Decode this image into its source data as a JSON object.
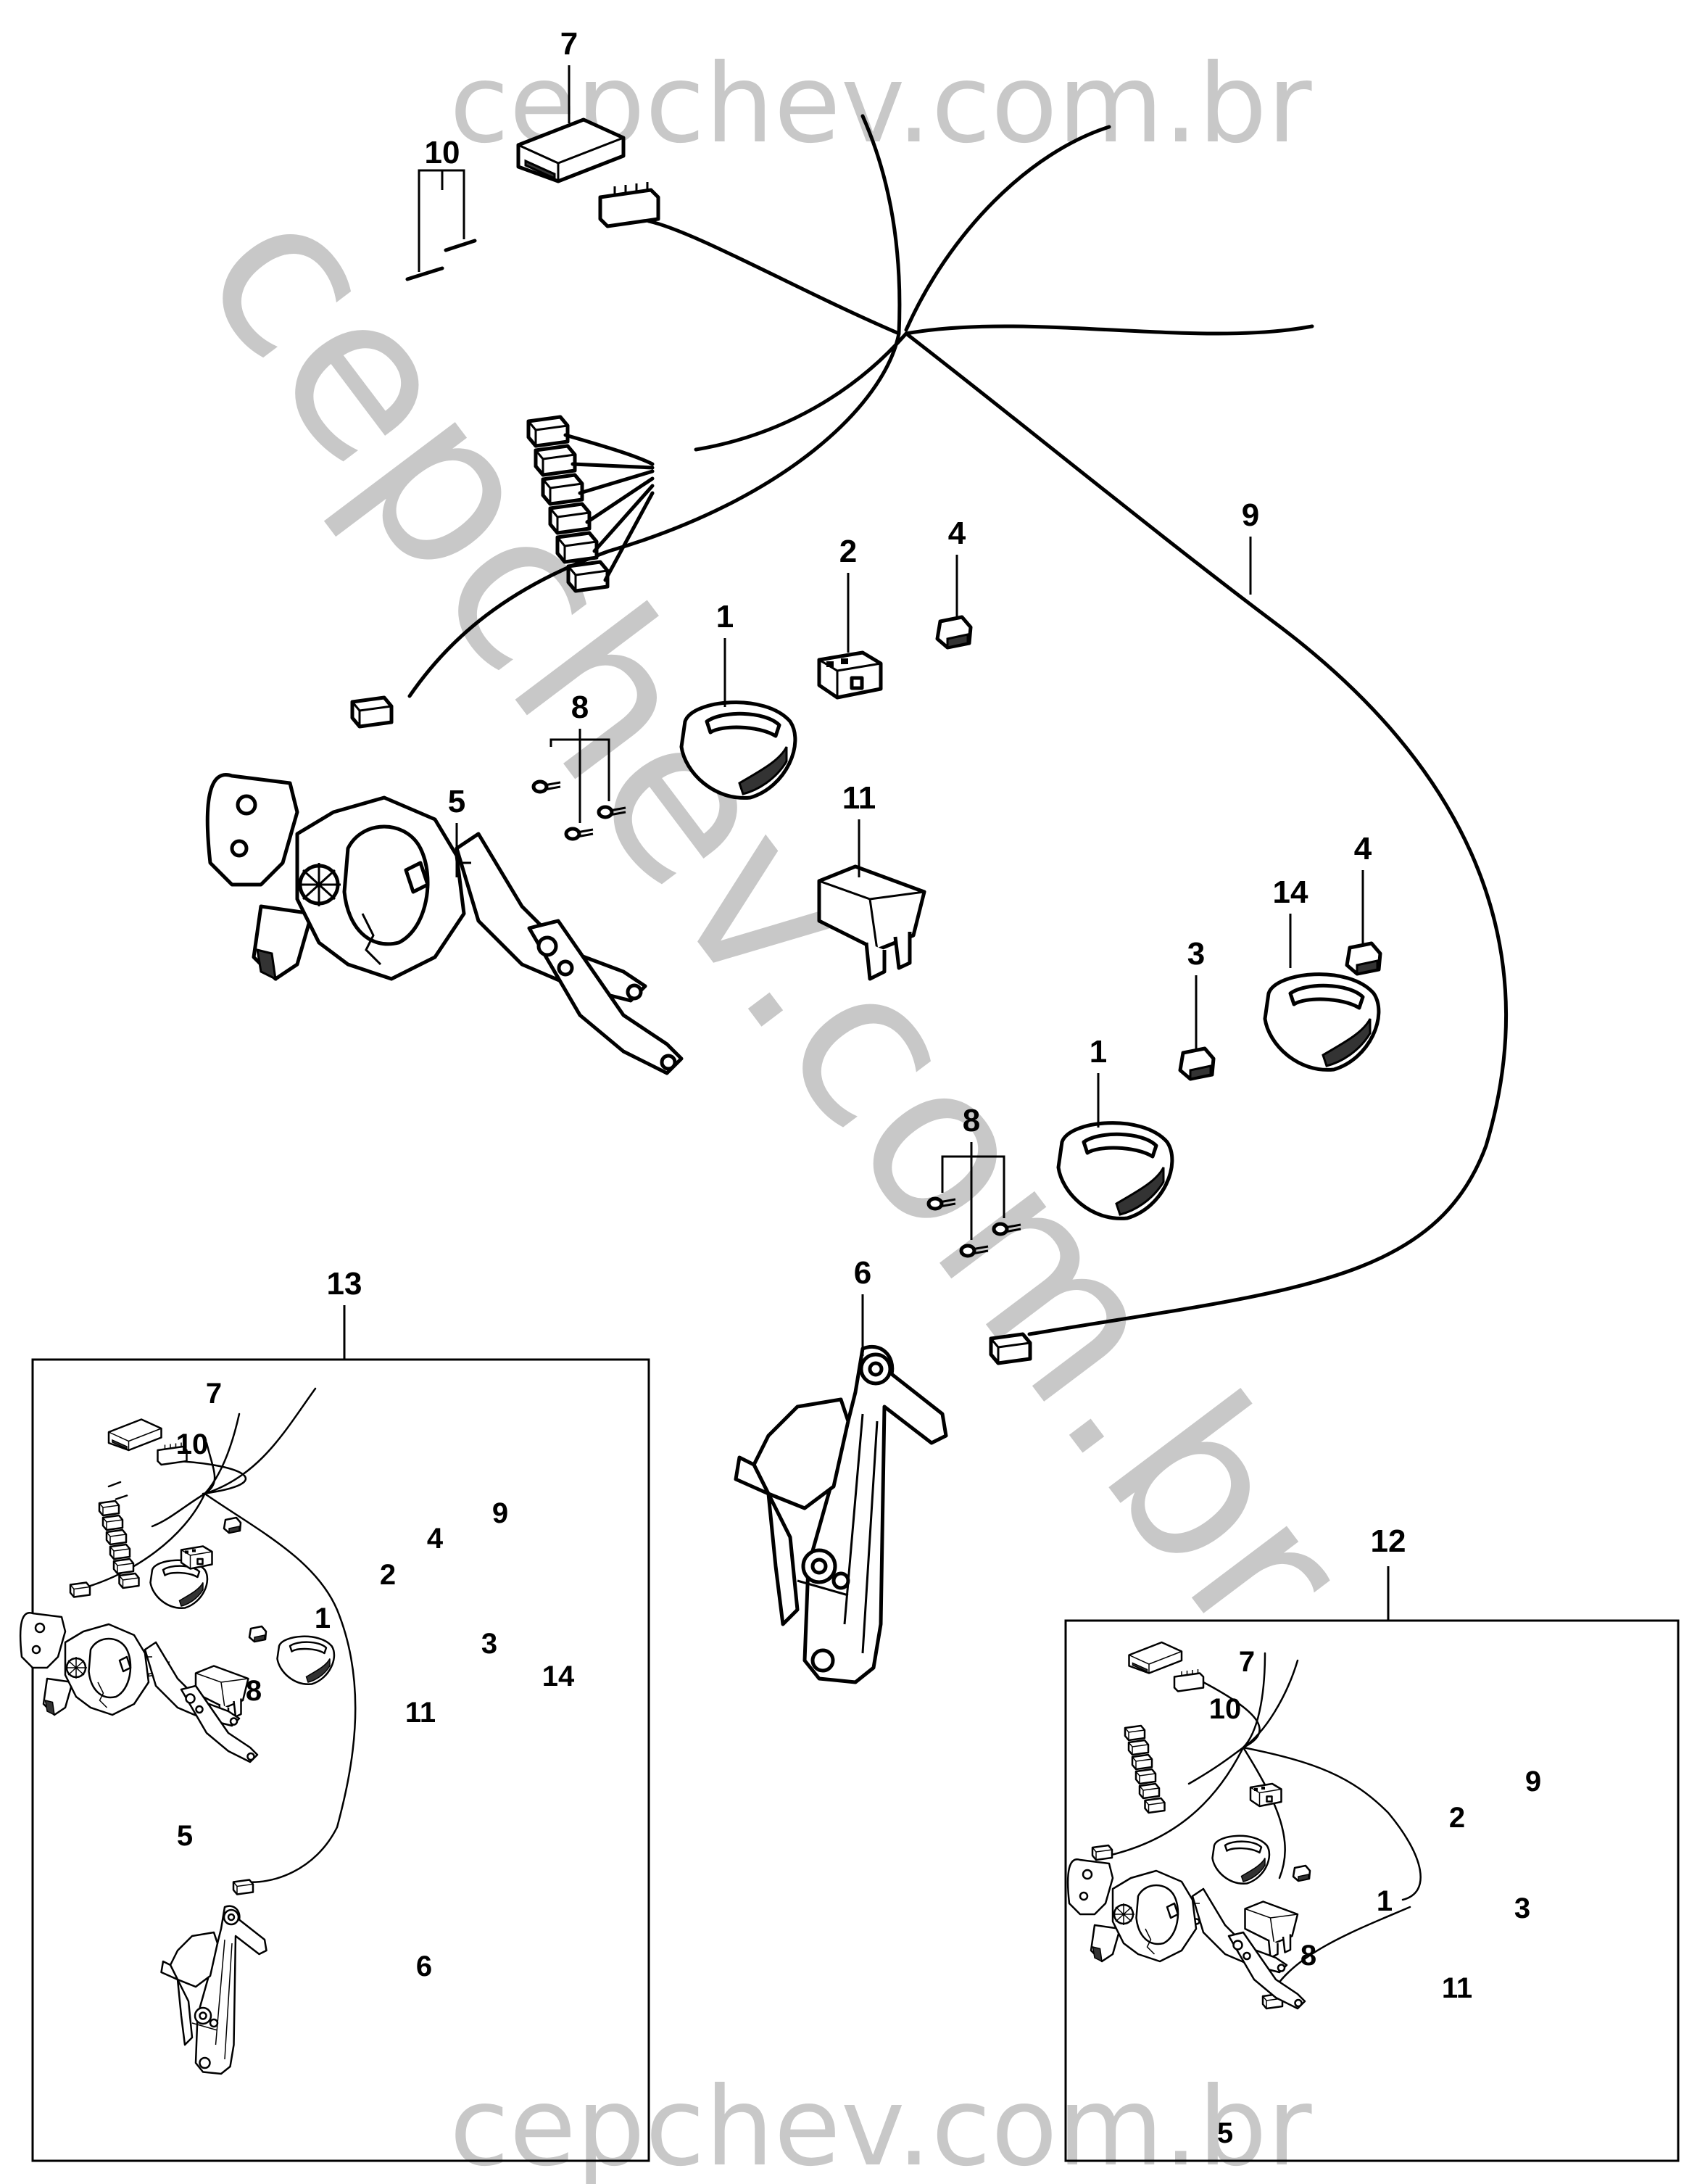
{
  "watermark": {
    "text": "cepchev.com.br",
    "color": "#c8c8c8"
  },
  "callouts": {
    "main": {
      "p7": "7",
      "p10": "10",
      "p9": "9",
      "p4a": "4",
      "p2": "2",
      "p1a": "1",
      "p8a": "8",
      "p5": "5",
      "p11": "11",
      "p4b": "4",
      "p14": "14",
      "p3": "3",
      "p1b": "1",
      "p8b": "8",
      "p6": "6"
    },
    "kit13": {
      "title": "13",
      "p7": "7",
      "p10": "10",
      "p9": "9",
      "p4": "4",
      "p2": "2",
      "p1": "1",
      "p3": "3",
      "p14": "14",
      "p8": "8",
      "p11": "11",
      "p5": "5",
      "p6": "6"
    },
    "kit12": {
      "title": "12",
      "p7": "7",
      "p10": "10",
      "p9": "9",
      "p2": "2",
      "p1": "1",
      "p3": "3",
      "p8": "8",
      "p11": "11",
      "p5": "5"
    }
  },
  "icons": [
    "wiring-harness",
    "window-regulator",
    "switch-bezel",
    "switch",
    "relay",
    "connector",
    "screw",
    "pin"
  ]
}
